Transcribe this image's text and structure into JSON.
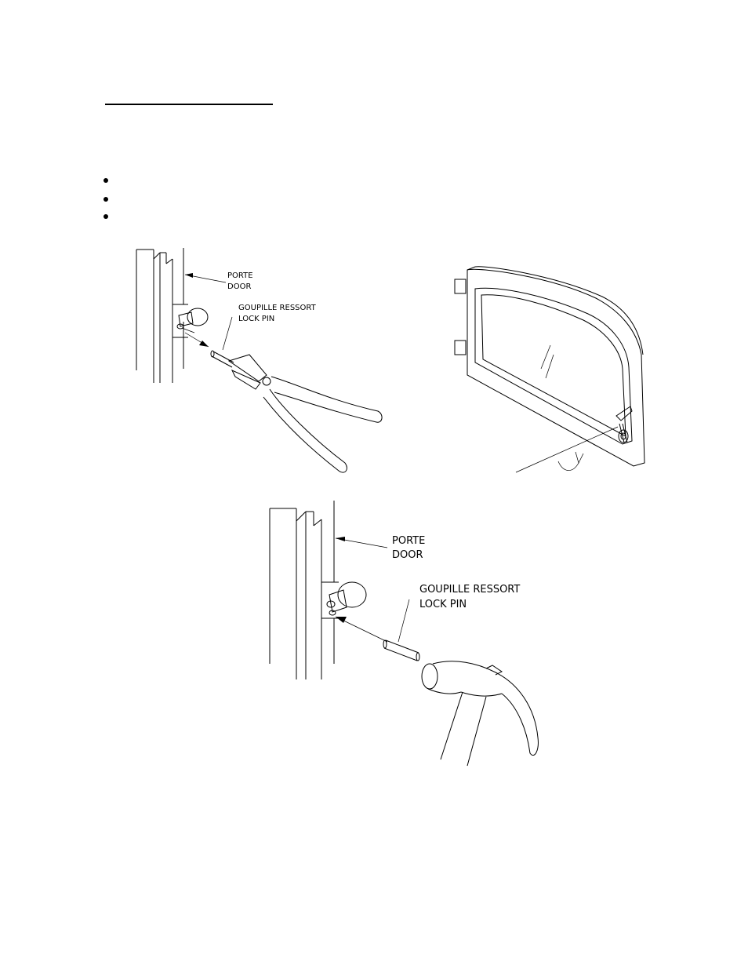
{
  "figure_top": {
    "door_label_fr": "PORTE",
    "door_label_en": "DOOR",
    "pin_label_fr": "GOUPILLE RESSORT",
    "pin_label_en": "LOCK PIN"
  },
  "figure_bottom": {
    "door_label_fr": "PORTE",
    "door_label_en": "DOOR",
    "pin_label_fr": "GOUPILLE RESSORT",
    "pin_label_en": "LOCK PIN"
  },
  "icons": [
    "bullet-icon",
    "pliers-icon",
    "hammer-icon",
    "door-frame-icon",
    "glass-door-icon"
  ]
}
